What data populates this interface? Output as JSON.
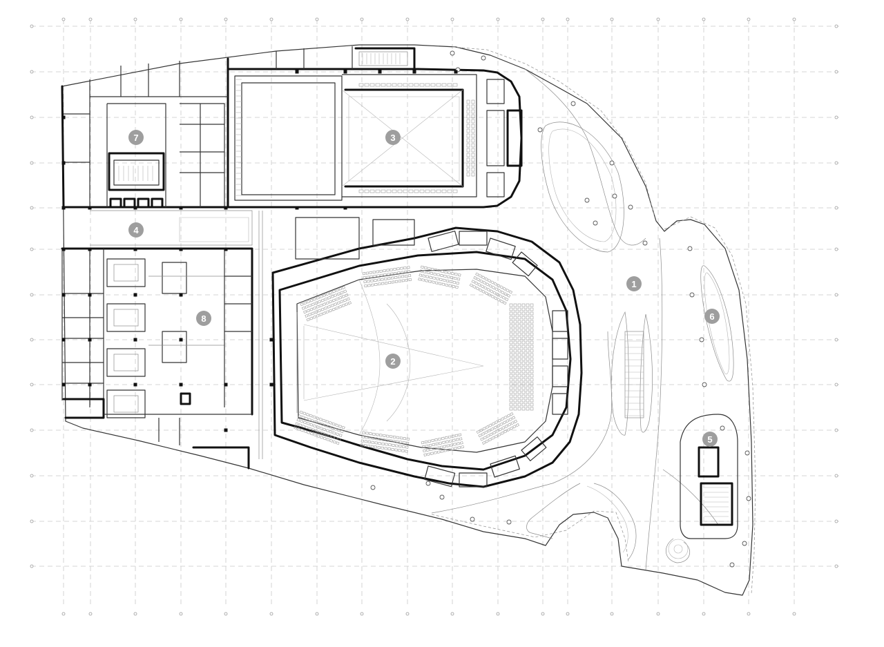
{
  "plan": {
    "labels": [
      {
        "id": "1",
        "text": "1"
      },
      {
        "id": "2",
        "text": "2"
      },
      {
        "id": "3",
        "text": "3"
      },
      {
        "id": "4",
        "text": "4"
      },
      {
        "id": "5",
        "text": "5"
      },
      {
        "id": "6",
        "text": "6"
      },
      {
        "id": "7",
        "text": "7"
      },
      {
        "id": "8",
        "text": "8"
      }
    ],
    "colors": {
      "label_fill": "#9e9e9e",
      "wall": "#111111",
      "grid": "#c9c9c9"
    }
  }
}
